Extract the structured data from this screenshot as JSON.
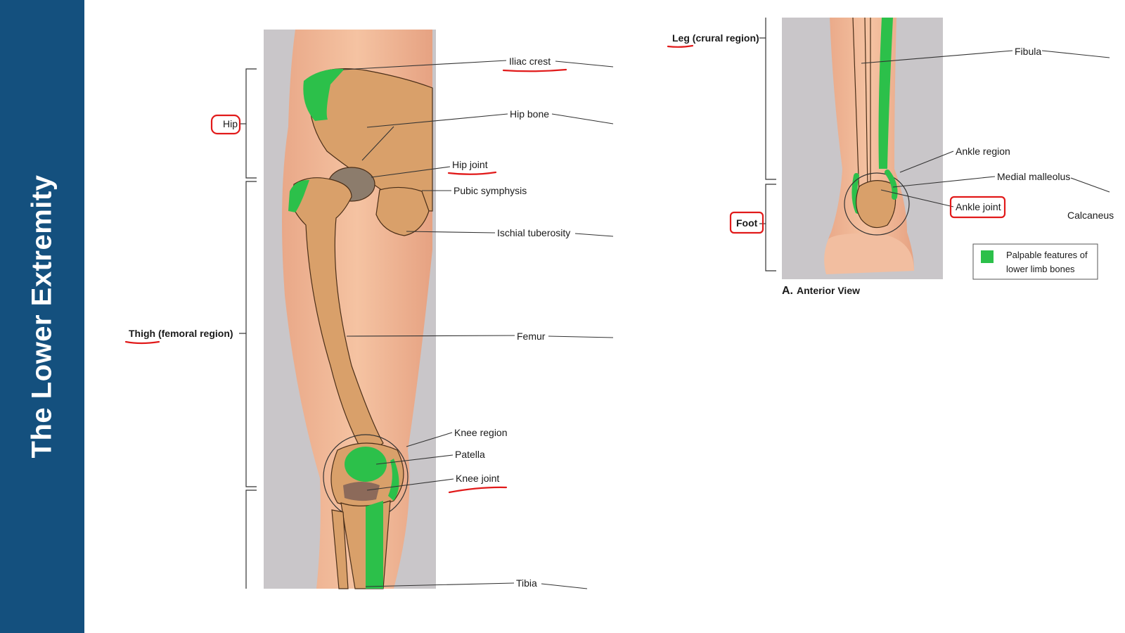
{
  "slide": {
    "title": "The Lower Extremity"
  },
  "regions": {
    "hip": "Hip",
    "thigh": "Thigh (femoral region)",
    "leg": "Leg (crural region)",
    "foot": "Foot"
  },
  "labels": {
    "iliac_crest": "Iliac crest",
    "hip_bone": "Hip bone",
    "hip_joint": "Hip joint",
    "pubic_symphysis": "Pubic symphysis",
    "ischial_tuberosity": "Ischial tuberosity",
    "femur": "Femur",
    "knee_region": "Knee region",
    "patella": "Patella",
    "knee_joint": "Knee joint",
    "tibia": "Tibia",
    "fibula": "Fibula",
    "ankle_region": "Ankle region",
    "medial_malleolus": "Medial malleolus",
    "ankle_joint": "Ankle joint",
    "calcaneus": "Calcaneus"
  },
  "view": {
    "letter": "A.",
    "caption": "Anterior View"
  },
  "legend": {
    "text_line1": "Palpable features of",
    "text_line2": "lower limb bones"
  },
  "colors": {
    "sidebar": "#14507e",
    "palpable_green": "#2cc04a",
    "annotation_red": "#e11a1a",
    "skin": "#f0b896",
    "bone": "#d9a06a"
  }
}
